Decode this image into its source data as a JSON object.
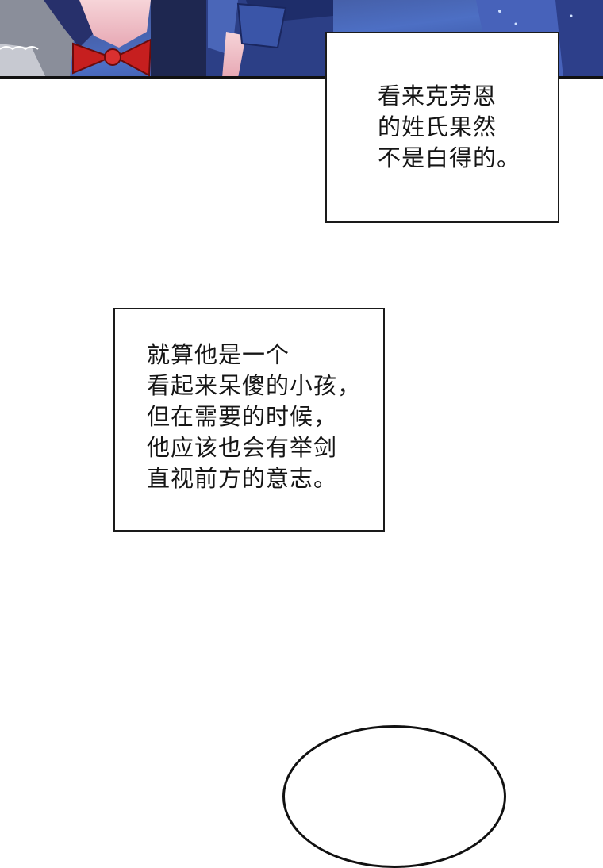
{
  "colors": {
    "background": "#ffffff",
    "border": "#111111",
    "text": "#151515",
    "art_dark_blue": "#1f2d63",
    "art_mid_blue": "#3f5fb0",
    "art_light_blue": "#6f8fd8",
    "art_ribbon_red": "#c61f1f",
    "art_skin": "#f3c9cf"
  },
  "top_panel": {
    "description_icon": "comic-art-icon"
  },
  "caption_1": {
    "lines": [
      "看来克劳恩",
      "的姓氏果然",
      "不是白得的。"
    ]
  },
  "caption_2": {
    "lines": [
      "就算他是一个",
      "看起来呆傻的小孩，",
      "但在需要的时候，",
      "他应该也会有举剑",
      "直视前方的意志。"
    ]
  }
}
